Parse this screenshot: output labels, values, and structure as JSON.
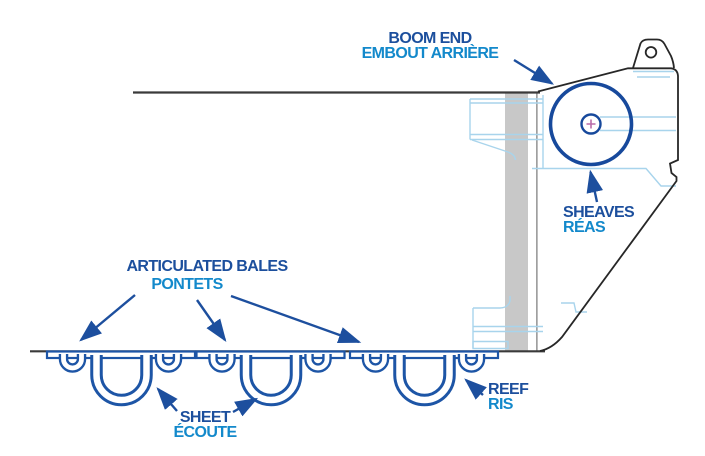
{
  "labels": {
    "boom_end": {
      "en": "BOOM END",
      "fr": "EMBOUT ARRIÈRE"
    },
    "sheaves": {
      "en": "SHEAVES",
      "fr": "RÉAS"
    },
    "articulated_bales": {
      "en": "ARTICULATED BALES",
      "fr": "PONTETS"
    },
    "sheet": {
      "en": "SHEET",
      "fr": "ÉCOUTE"
    },
    "reef": {
      "en": "REEF",
      "fr": "RIS"
    }
  },
  "colors": {
    "background": "#ffffff",
    "english_label": "#1c4f9d",
    "french_label": "#1389cb",
    "arrow": "#1d4f9e",
    "outline_black": "#272727",
    "boom_line": "#3a3a3a",
    "sheave_blue": "#17499c",
    "bale_blue": "#1d55a6",
    "construction_blue": "#a8d4ec",
    "mast_gray": "#c8c8c8",
    "mast_edge_gray": "#9f9f9f",
    "hub_cross_magenta": "#b96ca8"
  }
}
